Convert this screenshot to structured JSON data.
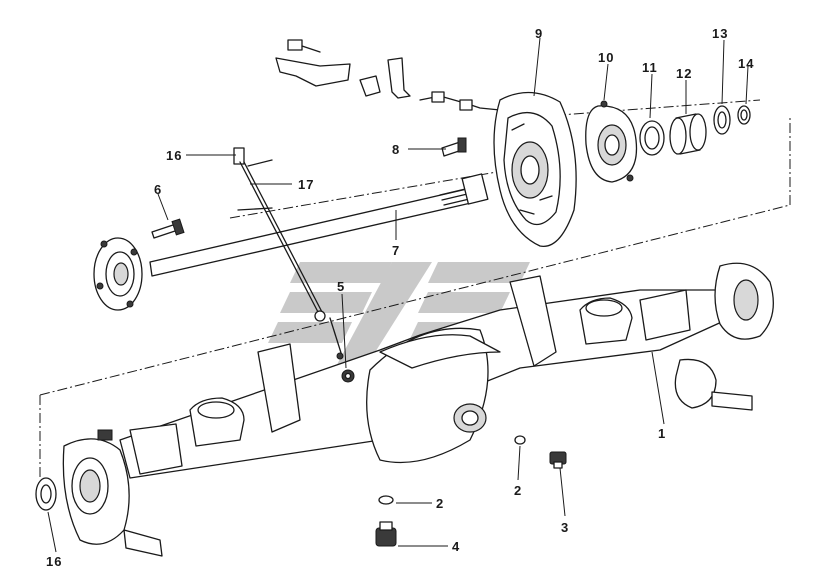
{
  "diagram": {
    "callouts": [
      {
        "id": "callout-1",
        "label": "1"
      },
      {
        "id": "callout-2-upper",
        "label": "2"
      },
      {
        "id": "callout-2-lower",
        "label": "2"
      },
      {
        "id": "callout-3",
        "label": "3"
      },
      {
        "id": "callout-4",
        "label": "4"
      },
      {
        "id": "callout-5",
        "label": "5"
      },
      {
        "id": "callout-6",
        "label": "6"
      },
      {
        "id": "callout-7",
        "label": "7"
      },
      {
        "id": "callout-8",
        "label": "8"
      },
      {
        "id": "callout-9",
        "label": "9"
      },
      {
        "id": "callout-10",
        "label": "10"
      },
      {
        "id": "callout-11",
        "label": "11"
      },
      {
        "id": "callout-12",
        "label": "12"
      },
      {
        "id": "callout-13",
        "label": "13"
      },
      {
        "id": "callout-14",
        "label": "14"
      },
      {
        "id": "callout-16-top",
        "label": "16"
      },
      {
        "id": "callout-16-bottom",
        "label": "16"
      },
      {
        "id": "callout-17",
        "label": "17"
      }
    ]
  }
}
